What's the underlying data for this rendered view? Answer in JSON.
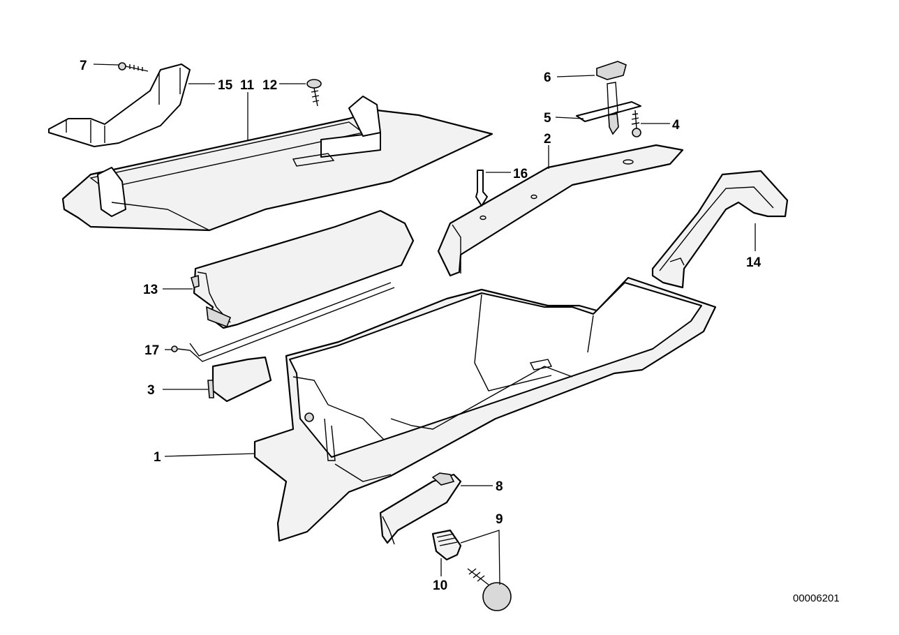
{
  "callouts": {
    "c1": "1",
    "c2": "2",
    "c3": "3",
    "c4": "4",
    "c5": "5",
    "c6": "6",
    "c7": "7",
    "c8": "8",
    "c9": "9",
    "c10": "10",
    "c11": "11",
    "c12": "12",
    "c13": "13",
    "c14": "14",
    "c15": "15",
    "c16": "16",
    "c17": "17"
  },
  "reference_number": "00006201"
}
